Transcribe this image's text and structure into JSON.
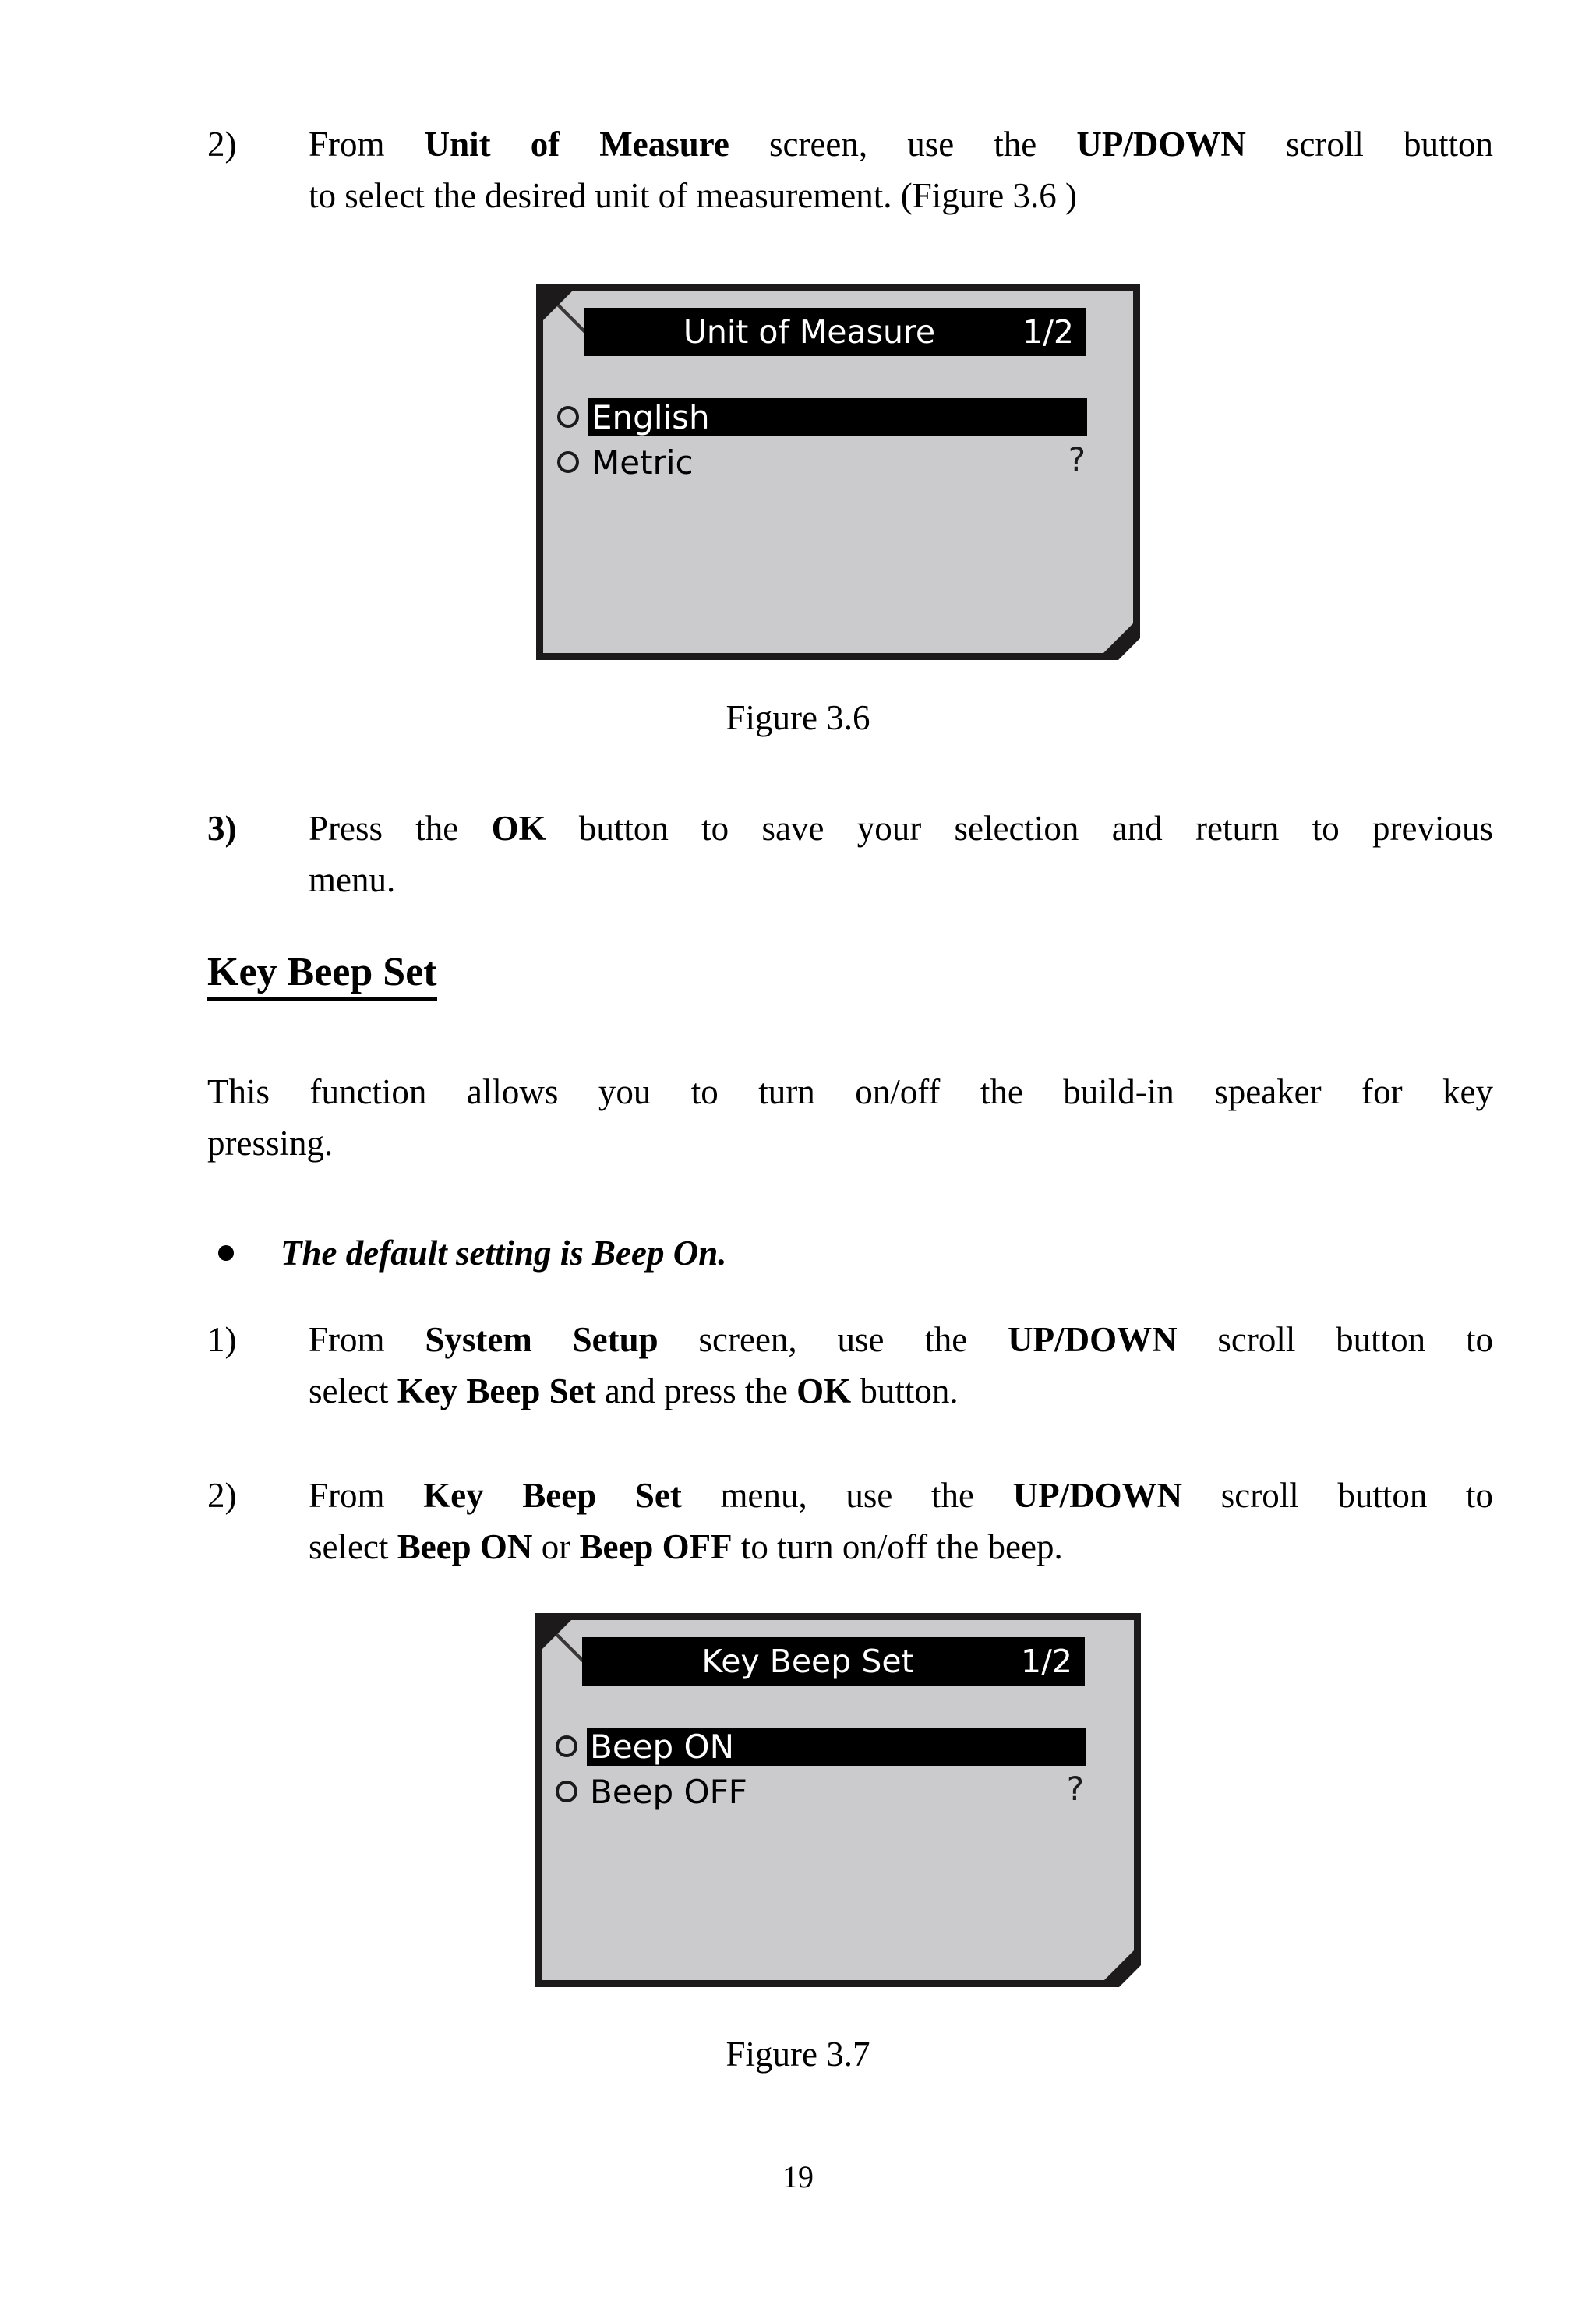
{
  "page": {
    "number": "19"
  },
  "steps": {
    "unit_step2": {
      "marker": "2)",
      "line1_parts": [
        {
          "t": "From ",
          "b": false
        },
        {
          "t": "Unit of Measure",
          "b": true
        },
        {
          "t": " screen, use the ",
          "b": false
        },
        {
          "t": "UP/DOWN",
          "b": true
        },
        {
          "t": " scroll button",
          "b": false
        }
      ],
      "line2": "to select the desired unit of measurement. (Figure 3.6 )"
    },
    "unit_step3": {
      "marker": "3)",
      "line1_parts": [
        {
          "t": "Press the ",
          "b": false
        },
        {
          "t": "OK",
          "b": true
        },
        {
          "t": " button to save your selection and return to previous",
          "b": false
        }
      ],
      "line2": "menu."
    },
    "beep_step1": {
      "marker": "1)",
      "line1_parts": [
        {
          "t": "From ",
          "b": false
        },
        {
          "t": "System Setup",
          "b": true
        },
        {
          "t": " screen, use the ",
          "b": false
        },
        {
          "t": "UP/DOWN",
          "b": true
        },
        {
          "t": " scroll button to",
          "b": false
        }
      ],
      "line2_parts": [
        {
          "t": "select ",
          "b": false
        },
        {
          "t": "Key Beep Set",
          "b": true
        },
        {
          "t": " and press the ",
          "b": false
        },
        {
          "t": "OK",
          "b": true
        },
        {
          "t": " button.",
          "b": false
        }
      ]
    },
    "beep_step2": {
      "marker": "2)",
      "line1_parts": [
        {
          "t": "From ",
          "b": false
        },
        {
          "t": "Key Beep Set",
          "b": true
        },
        {
          "t": " menu, use the ",
          "b": false
        },
        {
          "t": "UP/DOWN",
          "b": true
        },
        {
          "t": " scroll button to",
          "b": false
        }
      ],
      "line2_parts": [
        {
          "t": "select ",
          "b": false
        },
        {
          "t": "Beep ON",
          "b": true
        },
        {
          "t": " or ",
          "b": false
        },
        {
          "t": "Beep OFF",
          "b": true
        },
        {
          "t": " to turn on/off the beep.",
          "b": false
        }
      ]
    }
  },
  "section": {
    "heading": "Key Beep Set",
    "intro_line1": "This function allows you to turn on/off the build-in speaker for key",
    "intro_line2": "pressing.",
    "bullet": "The default setting is Beep On."
  },
  "figures": {
    "fig36": {
      "caption": "Figure 3.6",
      "screen": {
        "title": "Unit of Measure",
        "page_indicator": "1/2",
        "options": [
          {
            "label": "English",
            "selected": true,
            "radio": "filled",
            "hint": ""
          },
          {
            "label": "Metric",
            "selected": false,
            "radio": "empty",
            "hint": "?"
          }
        ]
      }
    },
    "fig37": {
      "caption": "Figure 3.7",
      "screen": {
        "title": "Key Beep Set",
        "page_indicator": "1/2",
        "options": [
          {
            "label": "Beep ON",
            "selected": true,
            "radio": "filled",
            "hint": ""
          },
          {
            "label": "Beep OFF",
            "selected": false,
            "radio": "empty",
            "hint": "?"
          }
        ]
      }
    }
  },
  "colors": {
    "lcd_background": "#cbcbce",
    "bezel": "#1c1a1a",
    "highlight": "#000000",
    "highlight_text": "#ffffff",
    "page_background": "#ffffff"
  }
}
